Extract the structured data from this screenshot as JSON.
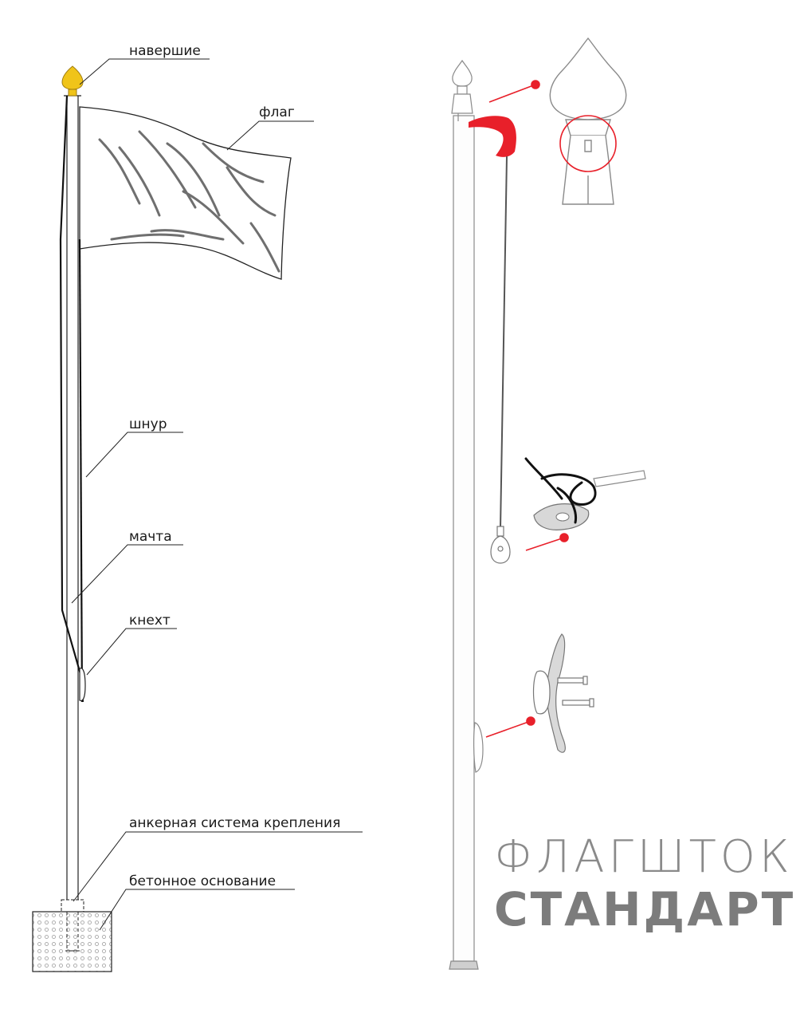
{
  "labels": {
    "finial": "навершие",
    "flag": "флаг",
    "rope": "шнур",
    "mast": "мачта",
    "cleat": "кнехт",
    "anchor": "анкерная система крепления",
    "base": "бетонное основание"
  },
  "title": {
    "line1": "ФЛАГШТОК",
    "line2": "СТАНДАРТ"
  },
  "colors": {
    "finial_gold": "#f0c419",
    "accent_red": "#e8202a",
    "title_gray": "#808080"
  }
}
